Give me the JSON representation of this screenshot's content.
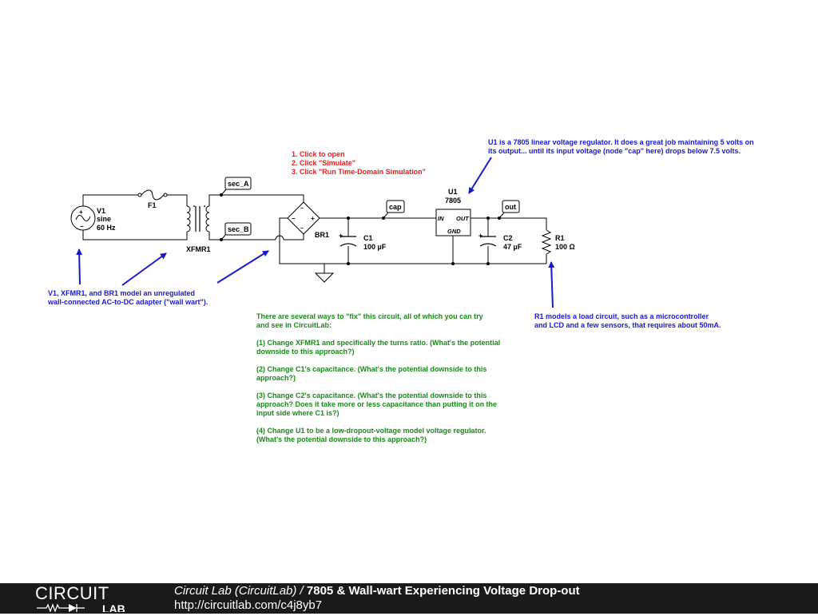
{
  "schematic": {
    "components": {
      "v1": {
        "name": "V1",
        "type": "sine",
        "freq": "60 Hz"
      },
      "f1": {
        "name": "F1"
      },
      "xfmr1": {
        "name": "XFMR1"
      },
      "br1": {
        "name": "BR1"
      },
      "c1": {
        "name": "C1",
        "value": "100 µF"
      },
      "u1": {
        "name": "U1",
        "part": "7805",
        "pin_in": "IN",
        "pin_out": "OUT",
        "pin_gnd": "GND"
      },
      "c2": {
        "name": "C2",
        "value": "47 µF"
      },
      "r1": {
        "name": "R1",
        "value": "100 Ω"
      }
    },
    "nodes": {
      "sec_a": "sec_A",
      "sec_b": "sec_B",
      "cap": "cap",
      "out": "out"
    }
  },
  "notes": {
    "instructions": [
      "1. Click to open",
      "2. Click \"Simulate\"",
      "3. Click \"Run Time-Domain Simulation\""
    ],
    "u1_note": [
      "U1 is a 7805 linear voltage regulator. It does a great job maintaining 5 volts on",
      "its output... until its input voltage (node \"cap\" here) drops below 7.5 volts."
    ],
    "adapter_note": [
      "V1, XFMR1, and BR1 model an unregulated",
      "wall-connected AC-to-DC adapter (\"wall wart\")."
    ],
    "r1_note": [
      "R1 models a load circuit, such as a microcontroller",
      "and LCD and a few sensors, that requires about 50mA."
    ],
    "fix_intro": [
      "There are several ways to \"fix\" this circuit, all of which you can try",
      "and see in CircuitLab:"
    ],
    "fix_1": [
      "(1) Change XFMR1 and specifically the turns ratio. (What's the potential",
      "downside to this approach?)"
    ],
    "fix_2": [
      "(2) Change C1's capacitance. (What's the potential downside to this",
      "approach?)"
    ],
    "fix_3": [
      "(3) Change C2's capacitance. (What's the potential downside to this",
      "approach? Does it take more or less capacitance than putting it on the",
      "input side where C1 is?)"
    ],
    "fix_4": [
      "(4) Change U1 to be a low-dropout-voltage model voltage regulator.",
      "(What's the potential downside to this approach?)"
    ]
  },
  "colors": {
    "red": "#e02020",
    "blue": "#1a1acc",
    "green": "#1a8a1a",
    "footer_bg": "#1a1a1a"
  },
  "footer": {
    "logo_top": "CIRCUIT",
    "logo_bottom": "LAB",
    "site": "Circuit Lab (CircuitLab)",
    "separator": " / ",
    "title": "7805 & Wall-wart Experiencing Voltage Drop-out",
    "url": "http://circuitlab.com/c4j8yb7"
  }
}
